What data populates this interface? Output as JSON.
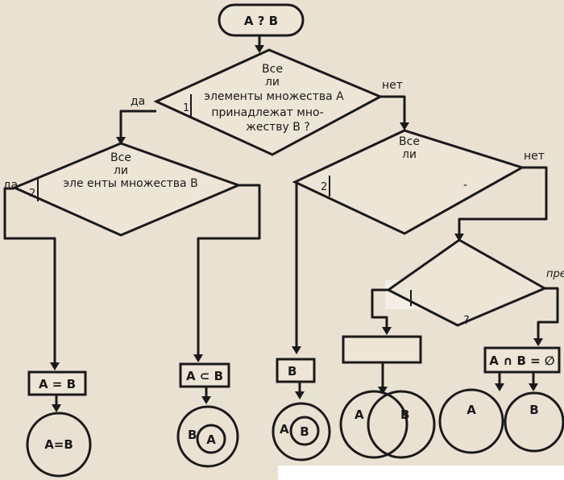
{
  "start": {
    "label": "A ? B"
  },
  "decision1": {
    "number": "1",
    "lines": [
      "Все",
      "ли",
      "элементы множества А",
      "принадлежат мно-",
      "жеству В ?"
    ],
    "yes": "да",
    "no": "нет"
  },
  "decision2": {
    "number": "2",
    "lines": [
      "Все",
      "ли",
      "эле  енты множества В"
    ],
    "yes": "да"
  },
  "decision3": {
    "number": "2",
    "lines": [
      "Все",
      "ли"
    ],
    "dash": "-",
    "no": "нет"
  },
  "decision4": {
    "question": "?",
    "margin_note": "пре"
  },
  "results": {
    "equal": {
      "box": "А = В",
      "diagram": "А=В"
    },
    "subset": {
      "box": "А ⊂ В",
      "outer": "В",
      "inner": "А"
    },
    "b_in_a": {
      "box": "В",
      "outer": "А",
      "inner": "В"
    },
    "overlap": {
      "box": "",
      "left": "А",
      "right": "В"
    },
    "disjoint": {
      "box": "А ∩ В = ∅",
      "left": "А",
      "right": "В"
    }
  }
}
